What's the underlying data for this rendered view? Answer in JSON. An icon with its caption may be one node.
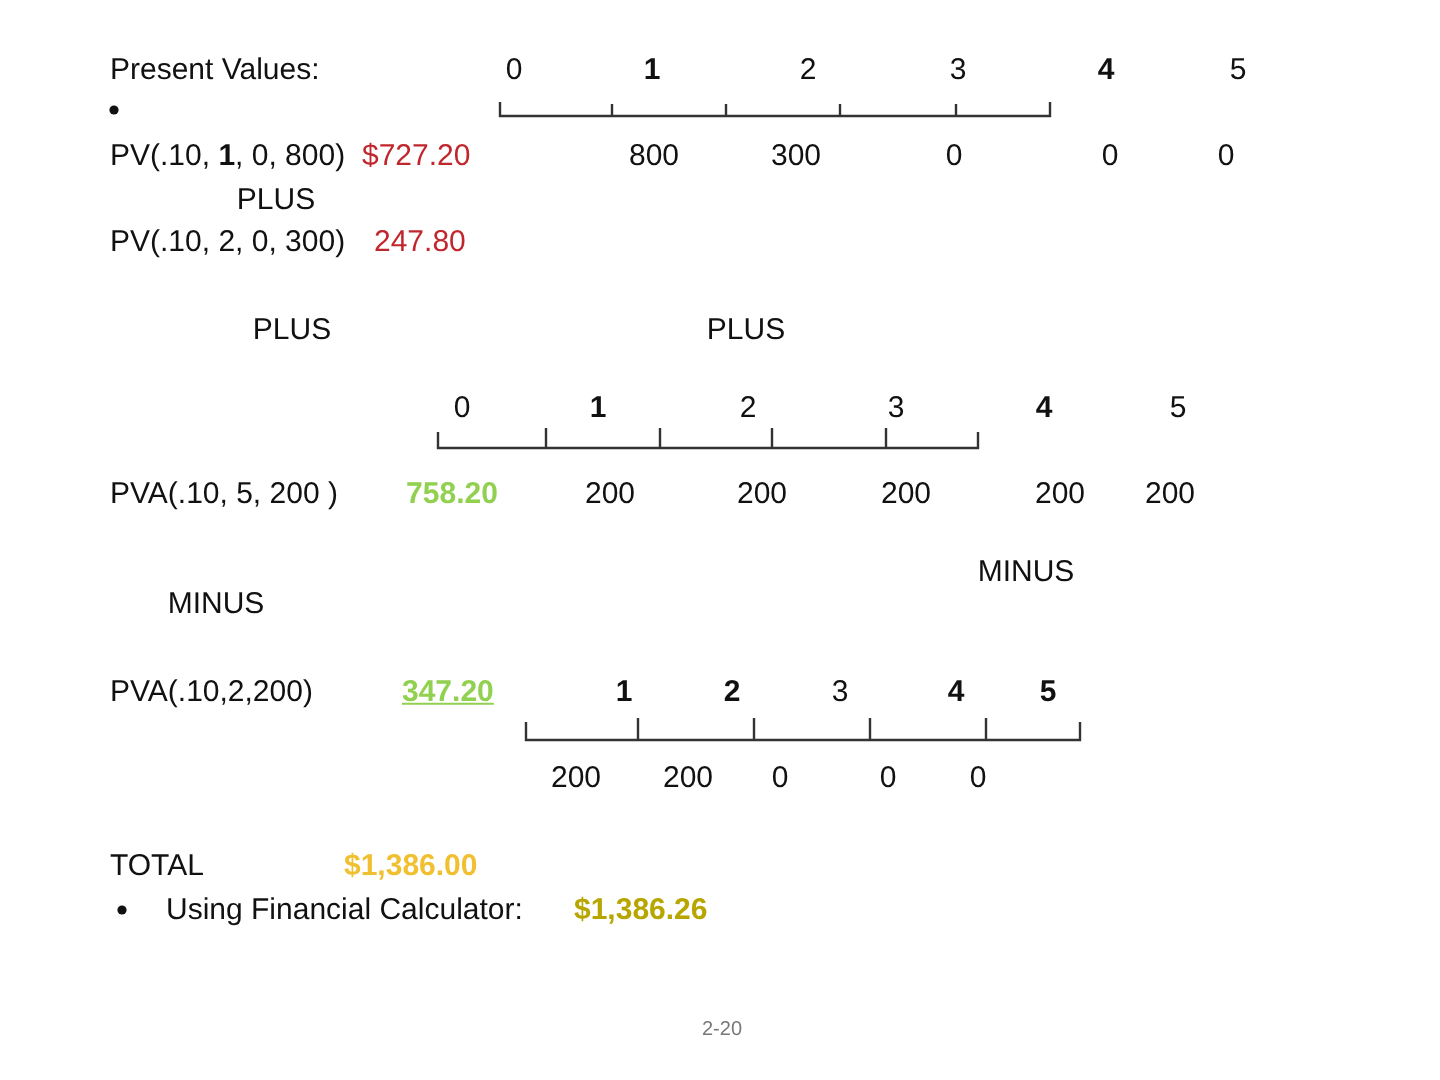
{
  "diagram": {
    "title": "Present Values:",
    "labels": [
      "0",
      "1",
      "2",
      "3",
      "4",
      "5",
      "PV(.10, **1**, 0, 800)",
      "$727.20",
      "800",
      "300",
      "0",
      "0",
      "0",
      "PLUS",
      "PV(.10, 2, 0, 300)",
      "247.80",
      "PLUS",
      "PLUS",
      "0",
      "1",
      "2",
      "3",
      "4",
      "5",
      "PVA(.10, 5, 200 )",
      "758.20",
      "200",
      "200",
      "200",
      "200",
      "200",
      "MINUS",
      "MINUS",
      "PVA(.10,2,200)",
      "347.20",
      "1",
      "2",
      "3",
      "4",
      "5",
      "200",
      "200",
      "0",
      "0",
      "0",
      "TOTAL",
      "$1,386.00",
      "Using Financial Calculator:",
      "$1,386.26",
      "2-20"
    ]
  }
}
